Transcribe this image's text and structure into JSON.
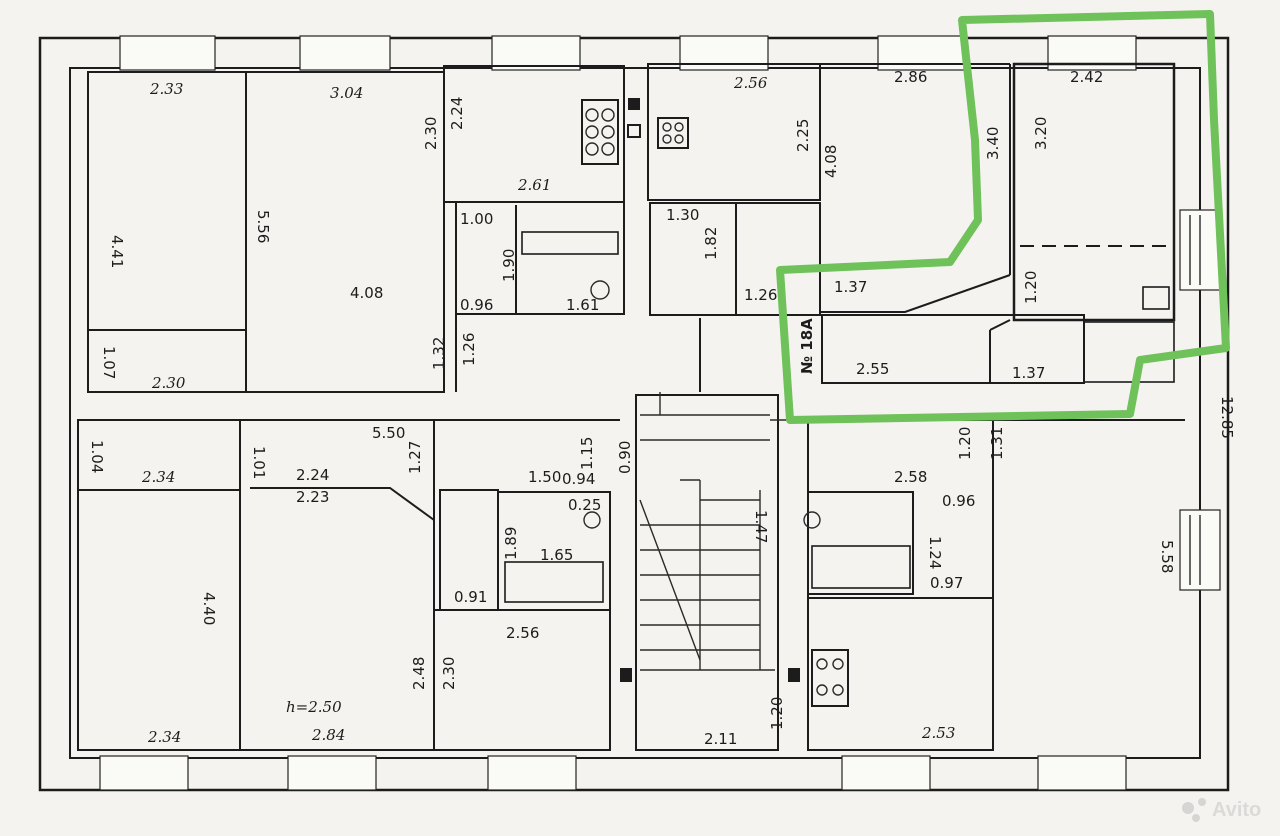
{
  "dims": {
    "d_233": "2.33",
    "d_304": "3.04",
    "d_230a": "2.30",
    "d_224a": "2.24",
    "d_256a": "2.56",
    "d_225": "2.25",
    "d_286": "2.86",
    "d_242": "2.42",
    "d_441": "4.41",
    "d_556": "5.56",
    "d_408a": "4.08",
    "d_408b": "4.08",
    "d_261": "2.61",
    "d_100": "1.00",
    "d_190": "1.90",
    "d_096": "0.96",
    "d_161": "1.61",
    "d_132": "1.32",
    "d_126a": "1.26",
    "d_130": "1.30",
    "d_182": "1.82",
    "d_126b": "1.26",
    "d_340": "3.40",
    "d_320": "3.20",
    "d_137a": "1.37",
    "d_120a": "1.20",
    "d_255": "2.55",
    "d_137b": "1.37",
    "apt_no": "№ 18А",
    "d_107": "1.07",
    "d_230b": "2.30",
    "d_104": "1.04",
    "d_234a": "2.34",
    "d_101": "1.01",
    "d_224b": "2.24",
    "d_223": "2.23",
    "d_550": "5.50",
    "d_127": "1.27",
    "d_115": "1.15",
    "d_090": "0.90",
    "d_150": "1.50",
    "d_094": "0.94",
    "d_025": "0.25",
    "d_189": "1.89",
    "d_165": "1.65",
    "d_091": "0.91",
    "d_256b": "2.56",
    "d_440": "4.40",
    "d_248": "2.48",
    "d_230c": "2.30",
    "height": "h=2.50",
    "d_234b": "2.34",
    "d_284": "2.84",
    "d_120b": "1.20",
    "d_131": "1.31",
    "d_258": "2.58",
    "d_096b": "0.96",
    "d_124": "1.24",
    "d_097": "0.97",
    "d_558": "5.58",
    "d_1285": "12.85",
    "d_253": "2.53",
    "d_211": "2.11",
    "d_120c": "1.20",
    "d_147": "1.47"
  },
  "watermark": "Avito",
  "colors": {
    "highlight": "#6fc15a",
    "ink": "#1c1c1c",
    "paper": "#f4f3ef"
  }
}
